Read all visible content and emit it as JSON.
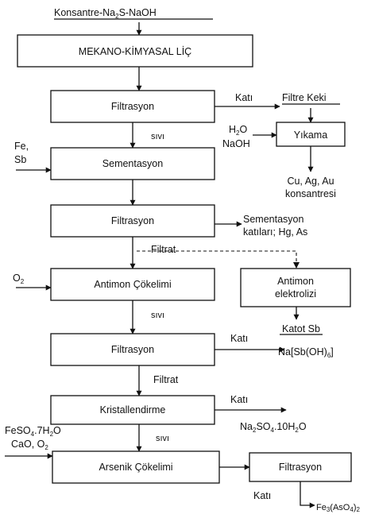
{
  "input": {
    "pre": "Konsantre-Na",
    "sub": "2",
    "post": "S-NaOH"
  },
  "steps": {
    "mekano": "MEKANO-KİMYASAL LİÇ",
    "filtrasyon1": "Filtrasyon",
    "sementasyon": "Sementasyon",
    "filtrasyon2": "Filtrasyon",
    "antimon_cokelimi": "Antimon Çökelimi",
    "antimon_elektrolizi_1": "Antimon",
    "antimon_elektrolizi_2": "elektrolizi",
    "filtrasyon3": "Filtrasyon",
    "kristallendirme": "Kristallendirme",
    "arsenik_cokelimi": "Arsenik Çökelimi",
    "filtrasyon4": "Filtrasyon",
    "yikama": "Yıkama"
  },
  "labels": {
    "kati": "Katı",
    "sivi": "sıvı",
    "filtrat": "Filtrat",
    "filtre_keki": "Filtre Keki",
    "h2o_pre": "H",
    "h2o_sub": "2",
    "h2o_post": "O",
    "naoh": "NaOH",
    "fe": "Fe,",
    "sb": "Sb",
    "cu_ag_au": "Cu, Ag, Au",
    "konsantresi": "konsantresi",
    "sementasyon_katilari": "Sementasyon",
    "katilari_hg_as": "katıları; Hg, As",
    "o2_pre": "O",
    "o2_sub": "2",
    "katot_sb": "Katot Sb",
    "nasboh_pre": "Na[Sb(OH)",
    "nasboh_sub": "6",
    "nasboh_post": "]",
    "na2so4_pre": "Na",
    "na2so4_sub": "2",
    "na2so4_mid": "SO",
    "na2so4_sub2": "4",
    "na2so4_post": ".10H",
    "na2so4_sub3": "2",
    "na2so4_end": "O",
    "feso4_pre": "FeSO",
    "feso4_sub": "4",
    "feso4_mid": ".7H",
    "feso4_sub2": "2",
    "feso4_post": "O",
    "cao_pre": "CaO, O",
    "cao_sub": "2",
    "feaso_pre": "Fe",
    "feaso_sub": "3",
    "feaso_mid": "(AsO",
    "feaso_sub2": "4",
    "feaso_post": ")",
    "feaso_sub3": "2"
  }
}
